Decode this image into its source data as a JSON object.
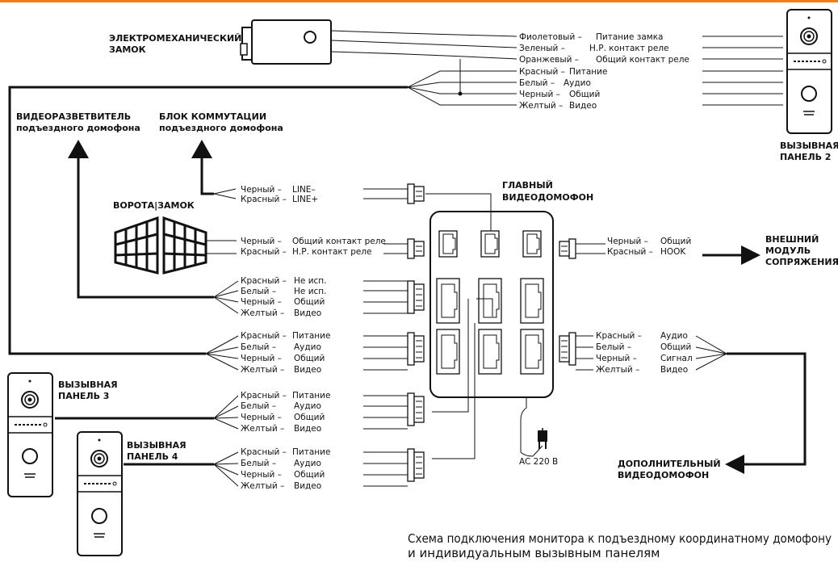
{
  "labels": {
    "lock": [
      "ЭЛЕКТРОМЕХАНИЧЕСКИЙ",
      "ЗАМОК"
    ],
    "splitter": [
      "ВИДЕОРАЗВЕТВИТЕЛЬ",
      "подъездного домофона"
    ],
    "switch_block": [
      "БЛОК КОММУТАЦИИ",
      "подъездного домофона"
    ],
    "gate": "ВОРОТА|ЗАМОК",
    "main_monitor": [
      "ГЛАВНЫЙ",
      "ВИДЕОДОМОФОН"
    ],
    "external_module": [
      "ВНЕШНИЙ",
      "МОДУЛЬ",
      "СОПРЯЖЕНИЯ"
    ],
    "panel2": [
      "ВЫЗЫВНАЯ",
      "ПАНЕЛЬ 2"
    ],
    "panel3": [
      "ВЫЗЫВНАЯ",
      "ПАНЕЛЬ 3"
    ],
    "panel4": [
      "ВЫЗЫВНАЯ",
      "ПАНЕЛЬ 4"
    ],
    "extra_monitor": [
      "ДОПОЛНИТЕЛЬНЫЙ",
      "ВИДЕОДОМОФОН"
    ],
    "power": "AC 220 В"
  },
  "wire_groups": {
    "lock_panel2": [
      {
        "color": "Фиолетовый –",
        "signal": "Питание замка"
      },
      {
        "color": "Зеленый –",
        "signal": "Н.Р. контакт реле"
      },
      {
        "color": "Оранжевый –",
        "signal": "Общий контакт реле"
      },
      {
        "color": "Красный –",
        "signal": "Питание"
      },
      {
        "color": "Белый –",
        "signal": "Аудио"
      },
      {
        "color": "Черный –",
        "signal": "Общий"
      },
      {
        "color": "Желтый –",
        "signal": "Видео"
      }
    ],
    "line": [
      {
        "color": "Черный –",
        "signal": "LINE–"
      },
      {
        "color": "Красный –",
        "signal": "LINE+"
      }
    ],
    "gate": [
      {
        "color": "Черный –",
        "signal": "Общий контакт реле"
      },
      {
        "color": "Красный –",
        "signal": "Н.Р. контакт реле"
      }
    ],
    "splitter": [
      {
        "color": "Красный –",
        "signal": "Не исп."
      },
      {
        "color": "Белый –",
        "signal": "Не исп."
      },
      {
        "color": "Черный –",
        "signal": "Общий"
      },
      {
        "color": "Желтый –",
        "signal": "Видео"
      }
    ],
    "panel2_in": [
      {
        "color": "Красный –",
        "signal": "Питание"
      },
      {
        "color": "Белый –",
        "signal": "Аудио"
      },
      {
        "color": "Черный –",
        "signal": "Общий"
      },
      {
        "color": "Желтый –",
        "signal": "Видео"
      }
    ],
    "panel3": [
      {
        "color": "Красный –",
        "signal": "Питание"
      },
      {
        "color": "Белый –",
        "signal": "Аудио"
      },
      {
        "color": "Черный –",
        "signal": "Общий"
      },
      {
        "color": "Желтый –",
        "signal": "Видео"
      }
    ],
    "panel4": [
      {
        "color": "Красный –",
        "signal": "Питание"
      },
      {
        "color": "Белый –",
        "signal": "Аудио"
      },
      {
        "color": "Черный –",
        "signal": "Общий"
      },
      {
        "color": "Желтый –",
        "signal": "Видео"
      }
    ],
    "hook": [
      {
        "color": "Черный –",
        "signal": "Общий"
      },
      {
        "color": "Красный –",
        "signal": "HOOK"
      }
    ],
    "extra": [
      {
        "color": "Красный –",
        "signal": "Аудио"
      },
      {
        "color": "Белый –",
        "signal": "Общий"
      },
      {
        "color": "Черный –",
        "signal": "Сигнал"
      },
      {
        "color": "Желтый –",
        "signal": "Видео"
      }
    ]
  },
  "caption": [
    "Схема подключения монитора к подъездному координатному домофону",
    "и индивидуальным вызывным панелям"
  ],
  "colors": {
    "accent": "#f07c1a",
    "ink": "#111111"
  }
}
